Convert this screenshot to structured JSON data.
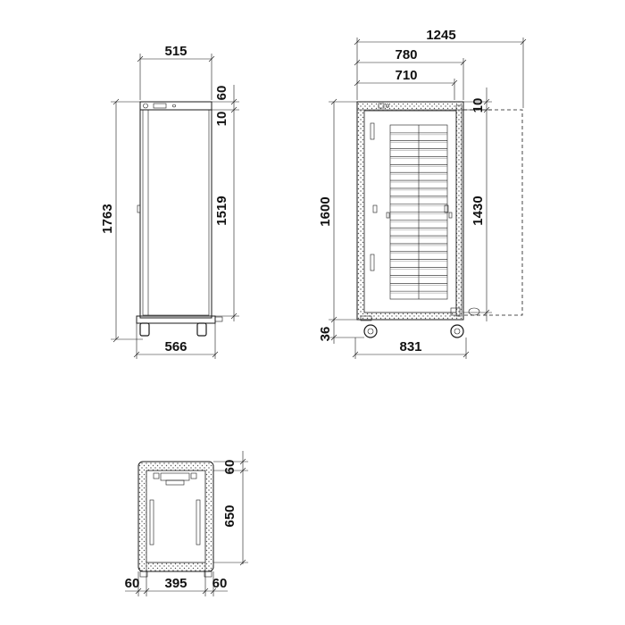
{
  "side_view": {
    "width_top": "515",
    "height_total": "1763",
    "height_inner": "1519",
    "top_a": "60",
    "top_b": "10",
    "width_bottom": "566"
  },
  "front_view": {
    "width_total": "1245",
    "width_mid": "780",
    "width_inner": "710",
    "height_total": "1600",
    "height_inner": "1430",
    "top_gap": "10",
    "bottom_gap": "36",
    "width_base": "831"
  },
  "plan_view": {
    "depth": "650",
    "top_wall": "60",
    "left_wall": "60",
    "inner_width": "395",
    "right_wall": "60"
  }
}
